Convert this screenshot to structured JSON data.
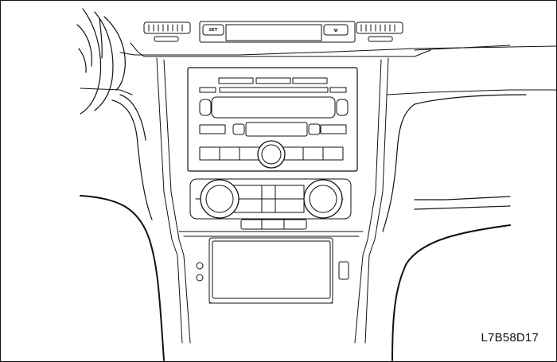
{
  "figure": {
    "code_label": "L7B58D17",
    "display_button_label": "SET",
    "icons": [
      "steering-wheel",
      "air-vent",
      "display-screen",
      "audio-head-unit",
      "volume-knob",
      "climate-knob",
      "storage-compartment",
      "power-outlet"
    ]
  }
}
